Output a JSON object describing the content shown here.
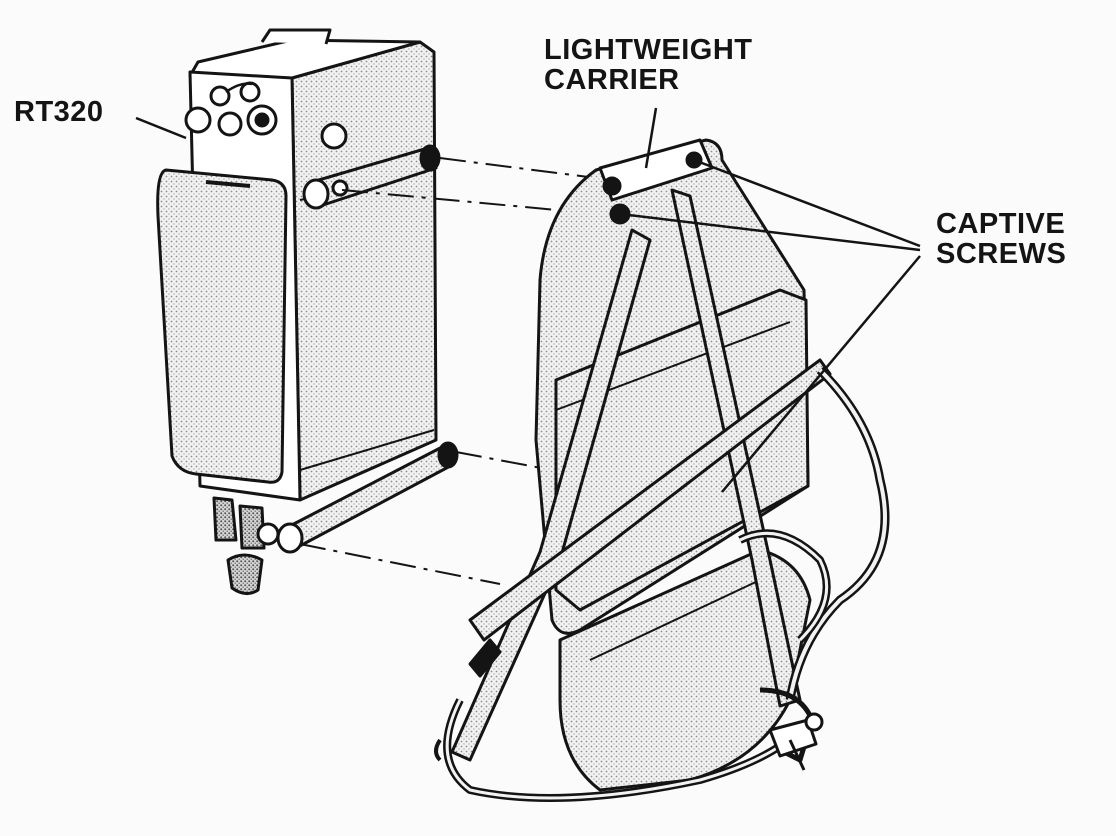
{
  "labels": {
    "radio": "RT320",
    "carrier": [
      "LIGHTWEIGHT",
      "CARRIER"
    ],
    "screws": [
      "CAPTIVE",
      "SCREWS"
    ]
  },
  "colors": {
    "ink": "#141414",
    "paper": "#fbfbfb",
    "stipple": "#9a9a9a"
  }
}
